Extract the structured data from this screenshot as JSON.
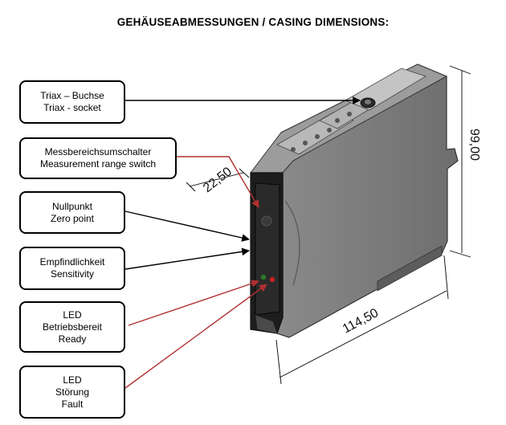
{
  "title": "GEHÄUSEABMESSUNGEN / CASING DIMENSIONS:",
  "callouts": [
    {
      "line1": "Triax – Buchse",
      "line2": "Triax - socket"
    },
    {
      "line1": "Messbereichsumschalter",
      "line2": "Measurement range switch"
    },
    {
      "line1": "Nullpunkt",
      "line2": "Zero point"
    },
    {
      "line1": "Empfindlichkeit",
      "line2": "Sensitivity"
    },
    {
      "line1": "LED",
      "line2": "Betriebsbereit",
      "line3": "Ready"
    },
    {
      "line1": "LED",
      "line2": "Störung",
      "line3": "Fault"
    }
  ],
  "dimensions": {
    "width": "22,50",
    "height": "99,00",
    "depth": "114,50"
  },
  "colors": {
    "pointer_black": "#000000",
    "pointer_red": "#b03030",
    "led_green": "#2a7a2a",
    "led_red": "#c42020"
  }
}
